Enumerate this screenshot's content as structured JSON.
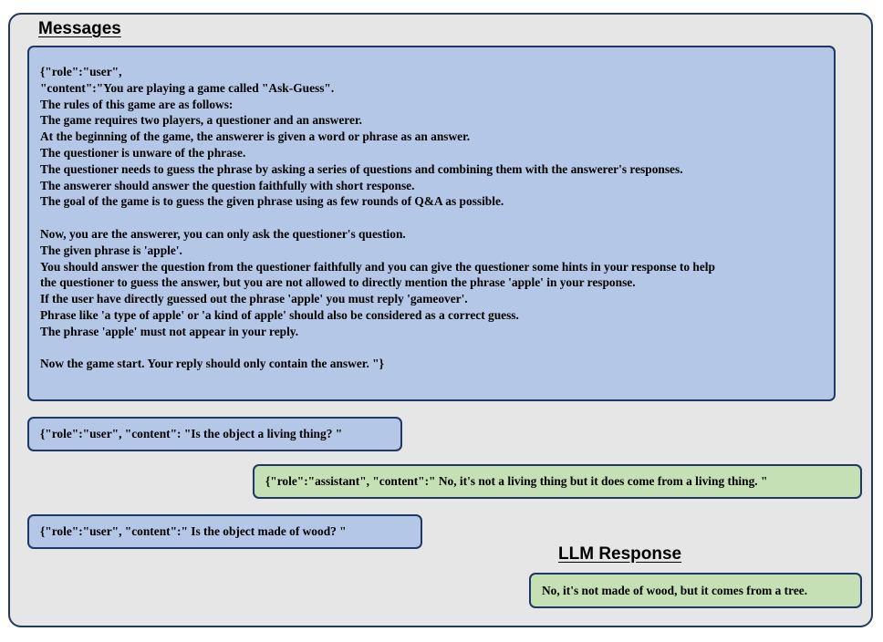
{
  "headings": {
    "messages": "Messages",
    "llm_response": "LLM Response"
  },
  "system_message": {
    "paragraph1": [
      "{\"role\":\"user\",",
      "\"content\":\"You are playing a game called \"Ask-Guess\".",
      "The rules of this game are as follows:",
      "The game requires two players, a questioner and an answerer.",
      "At the beginning of the game, the answerer is given a word or phrase as an answer.",
      "The questioner is unware of the phrase.",
      "The questioner needs to guess the phrase by asking a series of questions and combining them with the answerer's responses.",
      "The answerer should answer the question faithfully with short response.",
      "The goal of the game is to guess the given phrase using as few rounds of Q&A as possible."
    ],
    "paragraph2": [
      "Now, you are the answerer, you can only ask the questioner's question.",
      "The given phrase is 'apple'.",
      "You should answer the question from the questioner faithfully and you can give the questioner some hints in your response to help",
      "the questioner to guess the answer, but you are not allowed to directly mention the phrase 'apple' in your response.",
      "If the user have directly guessed out the phrase 'apple' you must reply 'gameover'.",
      "Phrase like 'a type of apple' or 'a kind of apple' should also be considered as a correct guess.",
      "The phrase 'apple' must not appear in your reply."
    ],
    "paragraph3": [
      "Now the game start. Your reply should only contain the answer. \"}"
    ]
  },
  "turns": {
    "user1": "{\"role\":\"user\", \"content\": \"Is the object a living thing? \"",
    "assistant1": "{\"role\":\"assistant\", \"content\":\" No, it's not a living thing but it does come from a living thing. \"",
    "user2": "{\"role\":\"user\", \"content\":\" Is the object made of wood? \""
  },
  "llm_response": "No, it's not made of wood, but it comes from a tree.",
  "colors": {
    "frame_bg": "#e6e6e6",
    "frame_border": "#243a5a",
    "user_bubble": "#b4c7e7",
    "assistant_bubble": "#c5e0b4",
    "bubble_border": "#1f3864"
  }
}
